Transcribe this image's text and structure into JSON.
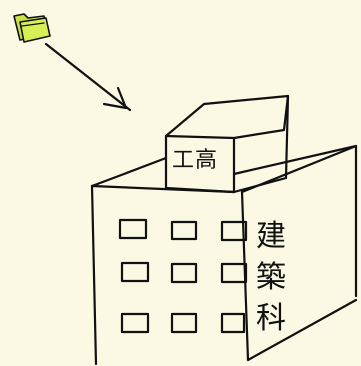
{
  "drawing": {
    "tower_sign": "工高",
    "department_chars": [
      "建",
      "築",
      "科"
    ]
  },
  "colors": {
    "paper": "#fbf8e4",
    "ink": "#111111",
    "folder_fill": "#c9e24a"
  },
  "icons": {
    "folder": "folder-icon",
    "arrow": "arrow-icon"
  }
}
